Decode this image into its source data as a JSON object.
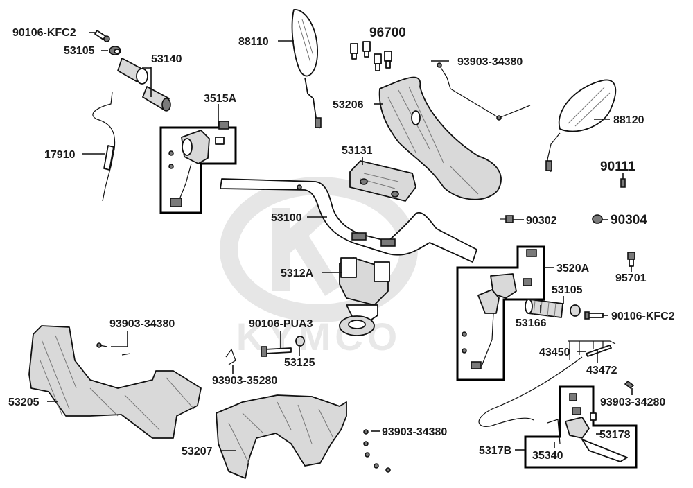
{
  "watermark": "KYMCO",
  "labels": {
    "p90106_kfc2_top": "90106-KFC2",
    "p53105_top": "53105",
    "p53140": "53140",
    "p17910": "17910",
    "p3515A": "3515A",
    "p88110": "88110",
    "p96700": "96700",
    "p93903_34380_top": "93903-34380",
    "p53206": "53206",
    "p53131": "53131",
    "p88120": "88120",
    "p90111": "90111",
    "p53100": "53100",
    "p90302": "90302",
    "p90304": "90304",
    "p5312A": "5312A",
    "p3520A": "3520A",
    "p95701": "95701",
    "p53105_right": "53105",
    "p53166": "53166",
    "p90106_kfc2_right": "90106-KFC2",
    "p93903_34380_left": "93903-34380",
    "p90106_pua3": "90106-PUA3",
    "p53125": "53125",
    "p93903_35280": "93903-35280",
    "p53205": "53205",
    "p43450": "43450",
    "p43472": "43472",
    "p93903_34280": "93903-34280",
    "p93903_34380_bottom": "93903-34380",
    "p53207": "53207",
    "p5317B": "5317B",
    "p35340": "35340",
    "p53178": "53178"
  }
}
